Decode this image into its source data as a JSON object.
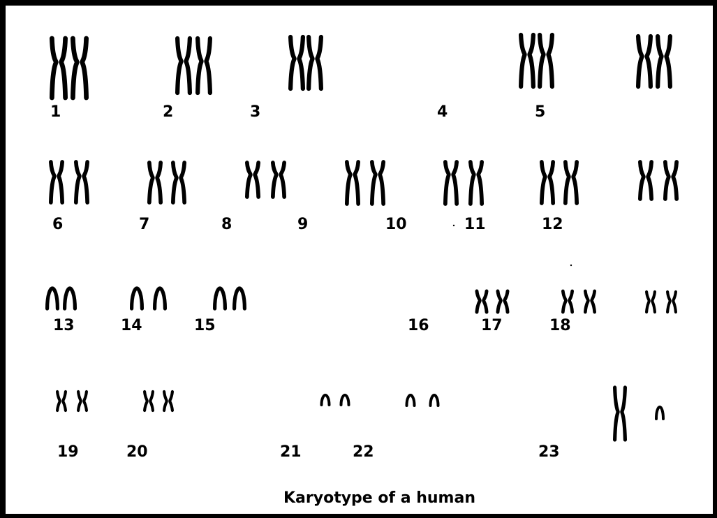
{
  "caption": "Karyotype of a human",
  "labels": [
    "1",
    "2",
    "3",
    "4",
    "5",
    "6",
    "7",
    "8",
    "9",
    "10",
    "11",
    "12",
    "13",
    "14",
    "15",
    "16",
    "17",
    "18",
    "19",
    "20",
    "21",
    "22",
    "23"
  ],
  "colors": {
    "ink": "#000000",
    "background": "#ffffff"
  }
}
